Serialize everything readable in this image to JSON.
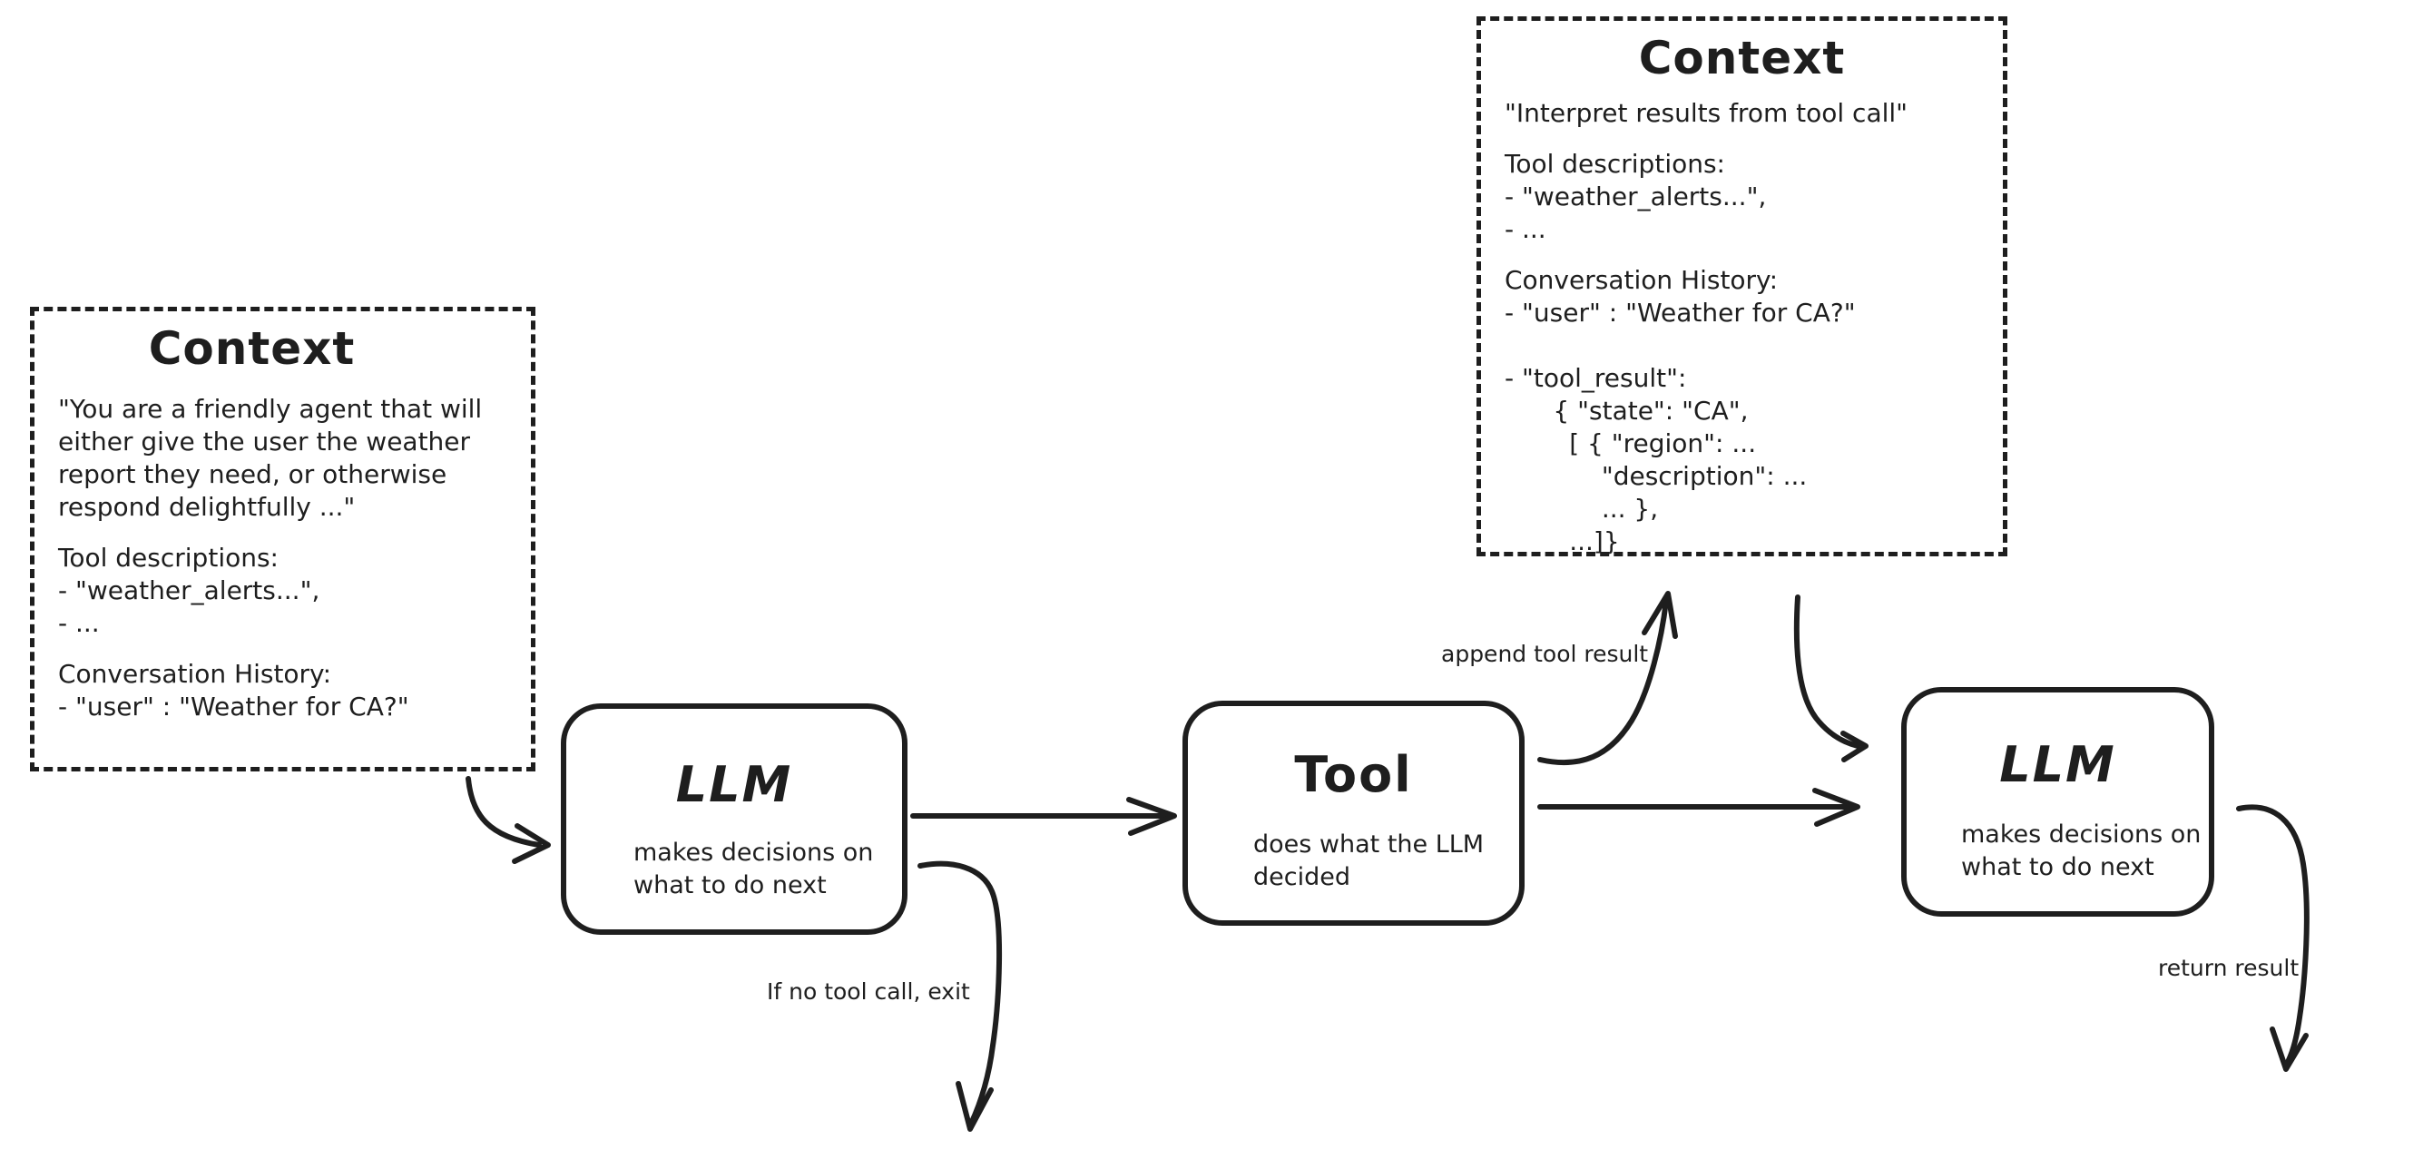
{
  "diagram": {
    "ink_color": "#1e1e1e",
    "background_color": "#ffffff"
  },
  "context_left": {
    "title": "Context",
    "system_prompt": "\"You are a friendly agent that will\neither give the user the weather\nreport they need, or otherwise\nrespond delightfully ...\"",
    "tool_descriptions": "Tool descriptions:\n- \"weather_alerts...\",\n- ...",
    "conversation_history": "Conversation History:\n- \"user\" : \"Weather for CA?\""
  },
  "context_right": {
    "title": "Context",
    "instruction": "\"Interpret results from tool call\"",
    "tool_descriptions": "Tool descriptions:\n- \"weather_alerts...\",\n- ...",
    "conversation_history": "Conversation History:\n- \"user\" : \"Weather for CA?\"\n\n- \"tool_result\":\n      { \"state\": \"CA\",\n        [ { \"region\": ...\n            \"description\": ...\n            ... },\n        ...]}"
  },
  "nodes": {
    "llm1": {
      "title": "LLM",
      "subtitle": "makes decisions on\nwhat to do next"
    },
    "tool": {
      "title": "Tool",
      "subtitle": "does what the LLM\ndecided"
    },
    "llm2": {
      "title": "LLM",
      "subtitle": "makes decisions on\nwhat to do next"
    }
  },
  "edge_labels": {
    "append_tool_result": "append tool result",
    "if_no_tool_call": "If no tool call, exit",
    "return_result": "return result"
  }
}
